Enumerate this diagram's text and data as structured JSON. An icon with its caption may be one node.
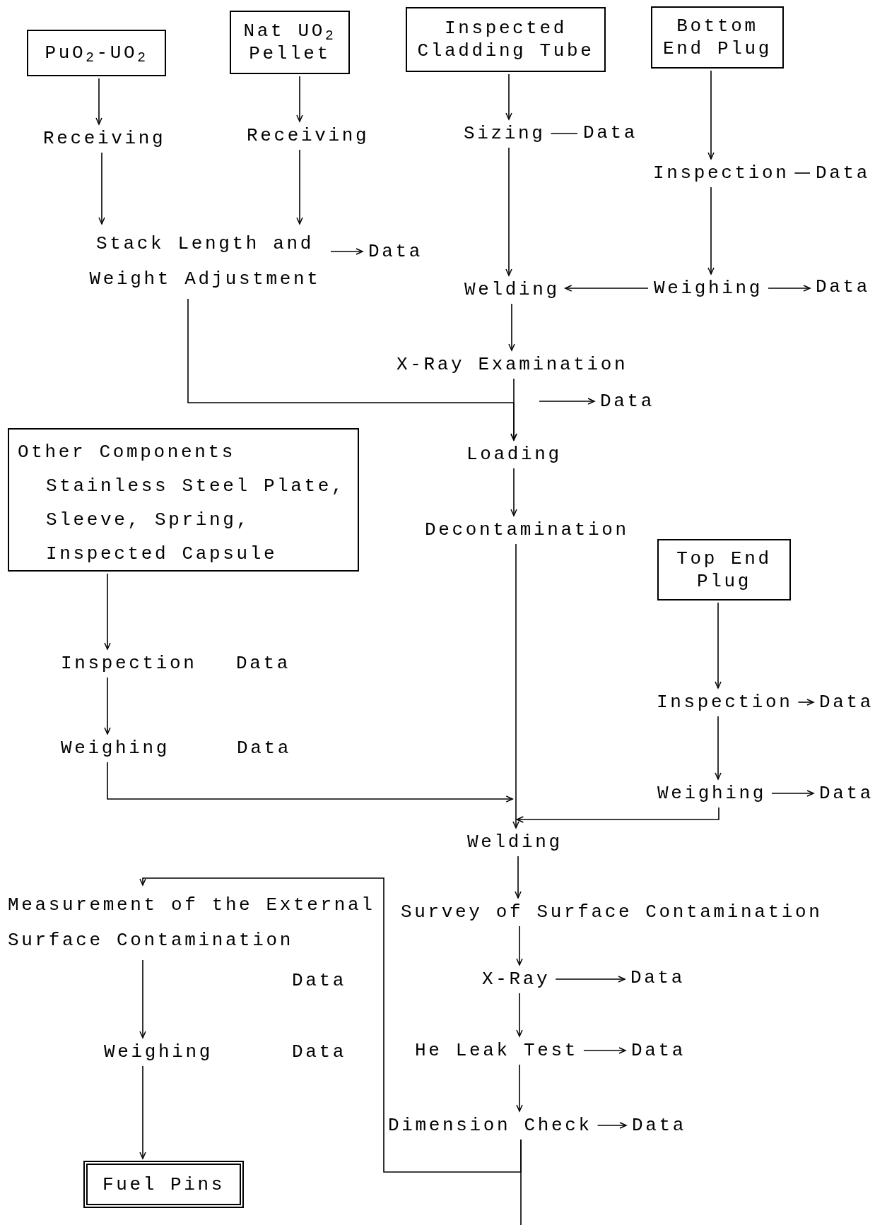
{
  "diagram": {
    "nodes": [
      {
        "text": [
          "PuO$_{2}$-UO$_{2}$"
        ]
      },
      {
        "text": [
          "Nat UO$_{2}$ Pellet"
        ]
      },
      {
        "text": [
          "Inspected Cladding Tube"
        ]
      },
      {
        "text": [
          "Bottom End Plug"
        ]
      },
      {
        "text": [
          "Receiving"
        ]
      },
      {
        "text": [
          "Receiving"
        ]
      },
      {
        "text": [
          "Sizing"
        ]
      },
      {
        "text": [
          "Data"
        ]
      },
      {
        "text": [
          "Inspection"
        ]
      },
      {
        "text": [
          "Data"
        ]
      },
      {
        "text": [
          "Stack Length and Weight Adjustment"
        ]
      },
      {
        "text": [
          "Data"
        ]
      },
      {
        "text": [
          "Welding"
        ]
      },
      {
        "text": [
          "Weighing"
        ]
      },
      {
        "text": [
          "Data"
        ]
      },
      {
        "text": [
          "X-Ray Examination"
        ]
      },
      {
        "text": [
          "Data"
        ]
      },
      {
        "text": [
          "Loading"
        ]
      },
      {
        "text": [
          "Decontamination"
        ]
      },
      {
        "text": [
          "Other Components",
          "Stainless Steel Plate, Sleeve, Spring, Inspected Capsule"
        ]
      },
      {
        "text": [
          "Top End Plug"
        ]
      },
      {
        "text": [
          "Inspection"
        ]
      },
      {
        "text": [
          "Inspection"
        ]
      },
      {
        "text": [
          "Data"
        ]
      },
      {
        "text": [
          "Weighing"
        ]
      },
      {
        "text": [
          "Weighing"
        ]
      },
      {
        "text": [
          "Data"
        ]
      },
      {
        "text": [
          "Welding"
        ]
      },
      {
        "text": [
          "Measurement of the External Surface Contamination"
        ]
      },
      {
        "text": [
          "Survey of Surface Contamination"
        ]
      },
      {
        "text": [
          "X-Ray"
        ]
      },
      {
        "text": [
          "Data"
        ]
      },
      {
        "text": [
          "Weighing"
        ]
      },
      {
        "text": [
          "He Leak Test"
        ]
      },
      {
        "text": [
          "Data"
        ]
      },
      {
        "text": [
          "Dimension Check"
        ]
      },
      {
        "text": [
          "Data"
        ]
      },
      {
        "text": [
          "Fuel Pins"
        ]
      }
    ],
    "edges": [
      {
        "from": 0,
        "to": 4,
        "arrow": "to"
      },
      {
        "from": 1,
        "to": 5,
        "arrow": "to"
      },
      {
        "from": 2,
        "to": 6,
        "arrow": "to"
      },
      {
        "from": 3,
        "to": 8,
        "arrow": "to"
      },
      {
        "from": 4,
        "to": 10,
        "arrow": "to"
      },
      {
        "from": 5,
        "to": 10,
        "arrow": "to"
      },
      {
        "from": 6,
        "to": 7,
        "arrow": "none"
      },
      {
        "from": 8,
        "to": 9,
        "arrow": "none"
      },
      {
        "from": 10,
        "to": 11,
        "arrow": "to"
      },
      {
        "from": 6,
        "to": 12,
        "arrow": "to"
      },
      {
        "from": 8,
        "to": 13,
        "arrow": "to"
      },
      {
        "from": 13,
        "to": 12,
        "arrow": "to"
      },
      {
        "from": 13,
        "to": 14,
        "arrow": "to"
      },
      {
        "from": 12,
        "to": 15,
        "arrow": "to"
      },
      {
        "from": 15,
        "to": 17,
        "arrow": "to"
      },
      {
        "from": 10,
        "to": 17,
        "arrow": "to"
      },
      {
        "from": null,
        "to": 16,
        "arrow": "to"
      },
      {
        "from": 17,
        "to": 18,
        "arrow": "to"
      },
      {
        "from": 19,
        "to": 21,
        "arrow": "to"
      },
      {
        "from": 21,
        "to": 24,
        "arrow": "to"
      },
      {
        "from": 20,
        "to": 22,
        "arrow": "to"
      },
      {
        "from": 22,
        "to": 23,
        "arrow": "to"
      },
      {
        "from": 22,
        "to": 25,
        "arrow": "to"
      },
      {
        "from": 25,
        "to": 26,
        "arrow": "to"
      },
      {
        "from": 18,
        "to": 27,
        "arrow": "to"
      },
      {
        "from": 24,
        "to": 27,
        "arrow": "to"
      },
      {
        "from": 25,
        "to": 27,
        "arrow": "to"
      },
      {
        "from": 27,
        "to": 29,
        "arrow": "to"
      },
      {
        "from": 29,
        "to": 30,
        "arrow": "to"
      },
      {
        "from": 30,
        "to": 31,
        "arrow": "to"
      },
      {
        "from": 30,
        "to": 33,
        "arrow": "to"
      },
      {
        "from": 33,
        "to": 34,
        "arrow": "to"
      },
      {
        "from": 33,
        "to": 35,
        "arrow": "to"
      },
      {
        "from": 35,
        "to": 28,
        "arrow": "to"
      },
      {
        "from": 35,
        "to": null,
        "arrow": "none"
      },
      {
        "from": 28,
        "to": 32,
        "arrow": "to"
      },
      {
        "from": 32,
        "to": 37,
        "arrow": "to"
      },
      {
        "from": 35,
        "to": 36,
        "arrow": "to"
      }
    ],
    "labels": [
      "Data",
      "Data",
      "Data",
      "Data"
    ]
  }
}
